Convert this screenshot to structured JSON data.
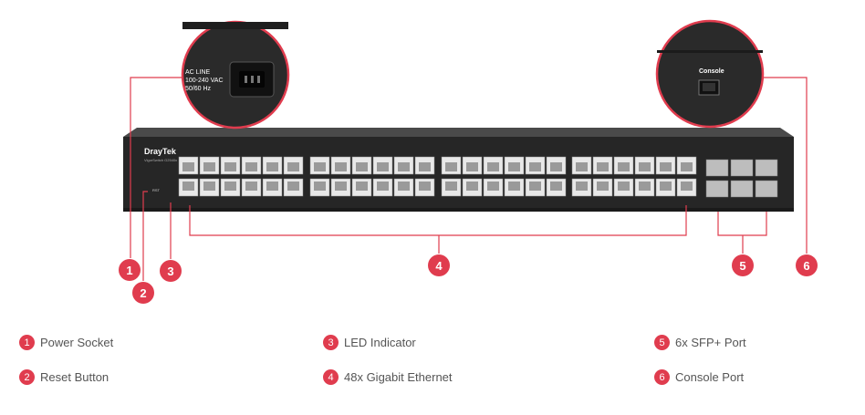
{
  "device": {
    "brand": "DrayTek",
    "model": "VigorSwitch G2540x",
    "power_label_line1": "AC LINE",
    "power_label_line2": "100-240 VAC",
    "power_label_line3": "50/60 Hz",
    "console_label": "Console",
    "reset_label": "RST"
  },
  "callouts": [
    {
      "number": "1"
    },
    {
      "number": "2"
    },
    {
      "number": "3"
    },
    {
      "number": "4"
    },
    {
      "number": "5"
    },
    {
      "number": "6"
    }
  ],
  "legend": [
    {
      "number": "1",
      "label": "Power Socket"
    },
    {
      "number": "2",
      "label": "Reset Button"
    },
    {
      "number": "3",
      "label": "LED Indicator"
    },
    {
      "number": "4",
      "label": "48x Gigabit Ethernet"
    },
    {
      "number": "5",
      "label": "6x SFP+ Port"
    },
    {
      "number": "6",
      "label": "Console Port"
    }
  ],
  "colors": {
    "accent": "#e03c4e",
    "chassis": "#2b2b2b"
  }
}
